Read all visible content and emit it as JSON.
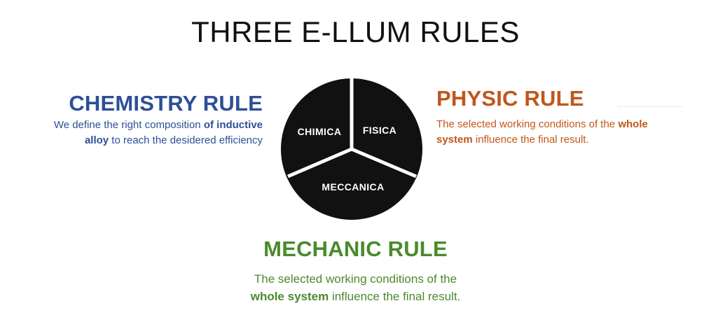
{
  "title": "THREE E-LLUM RULES",
  "colors": {
    "chemistry": "#2e4f98",
    "physic": "#c0571b",
    "mechanic": "#4a8a2d",
    "wheel": "#111111"
  },
  "wheel": {
    "segments": [
      "CHIMICA",
      "FISICA",
      "MECCANICA"
    ]
  },
  "rules": {
    "chemistry": {
      "heading": "CHEMISTRY RULE",
      "line1_plain": "We define the right composition ",
      "line1_bold": "of inductive",
      "line2_bold": "alloy",
      "line2_plain": " to reach the desidered efficiency"
    },
    "physic": {
      "heading": "PHYSIC RULE",
      "line1_plain": "The selected working conditions of the ",
      "line1_bold": "whole",
      "line2_bold": "system",
      "line2_plain": " influence the final result."
    },
    "mechanic": {
      "heading": "MECHANIC RULE",
      "line1_plain": "The selected working conditions of the",
      "line2_bold": "whole system",
      "line2_plain": " influence the final result."
    }
  }
}
